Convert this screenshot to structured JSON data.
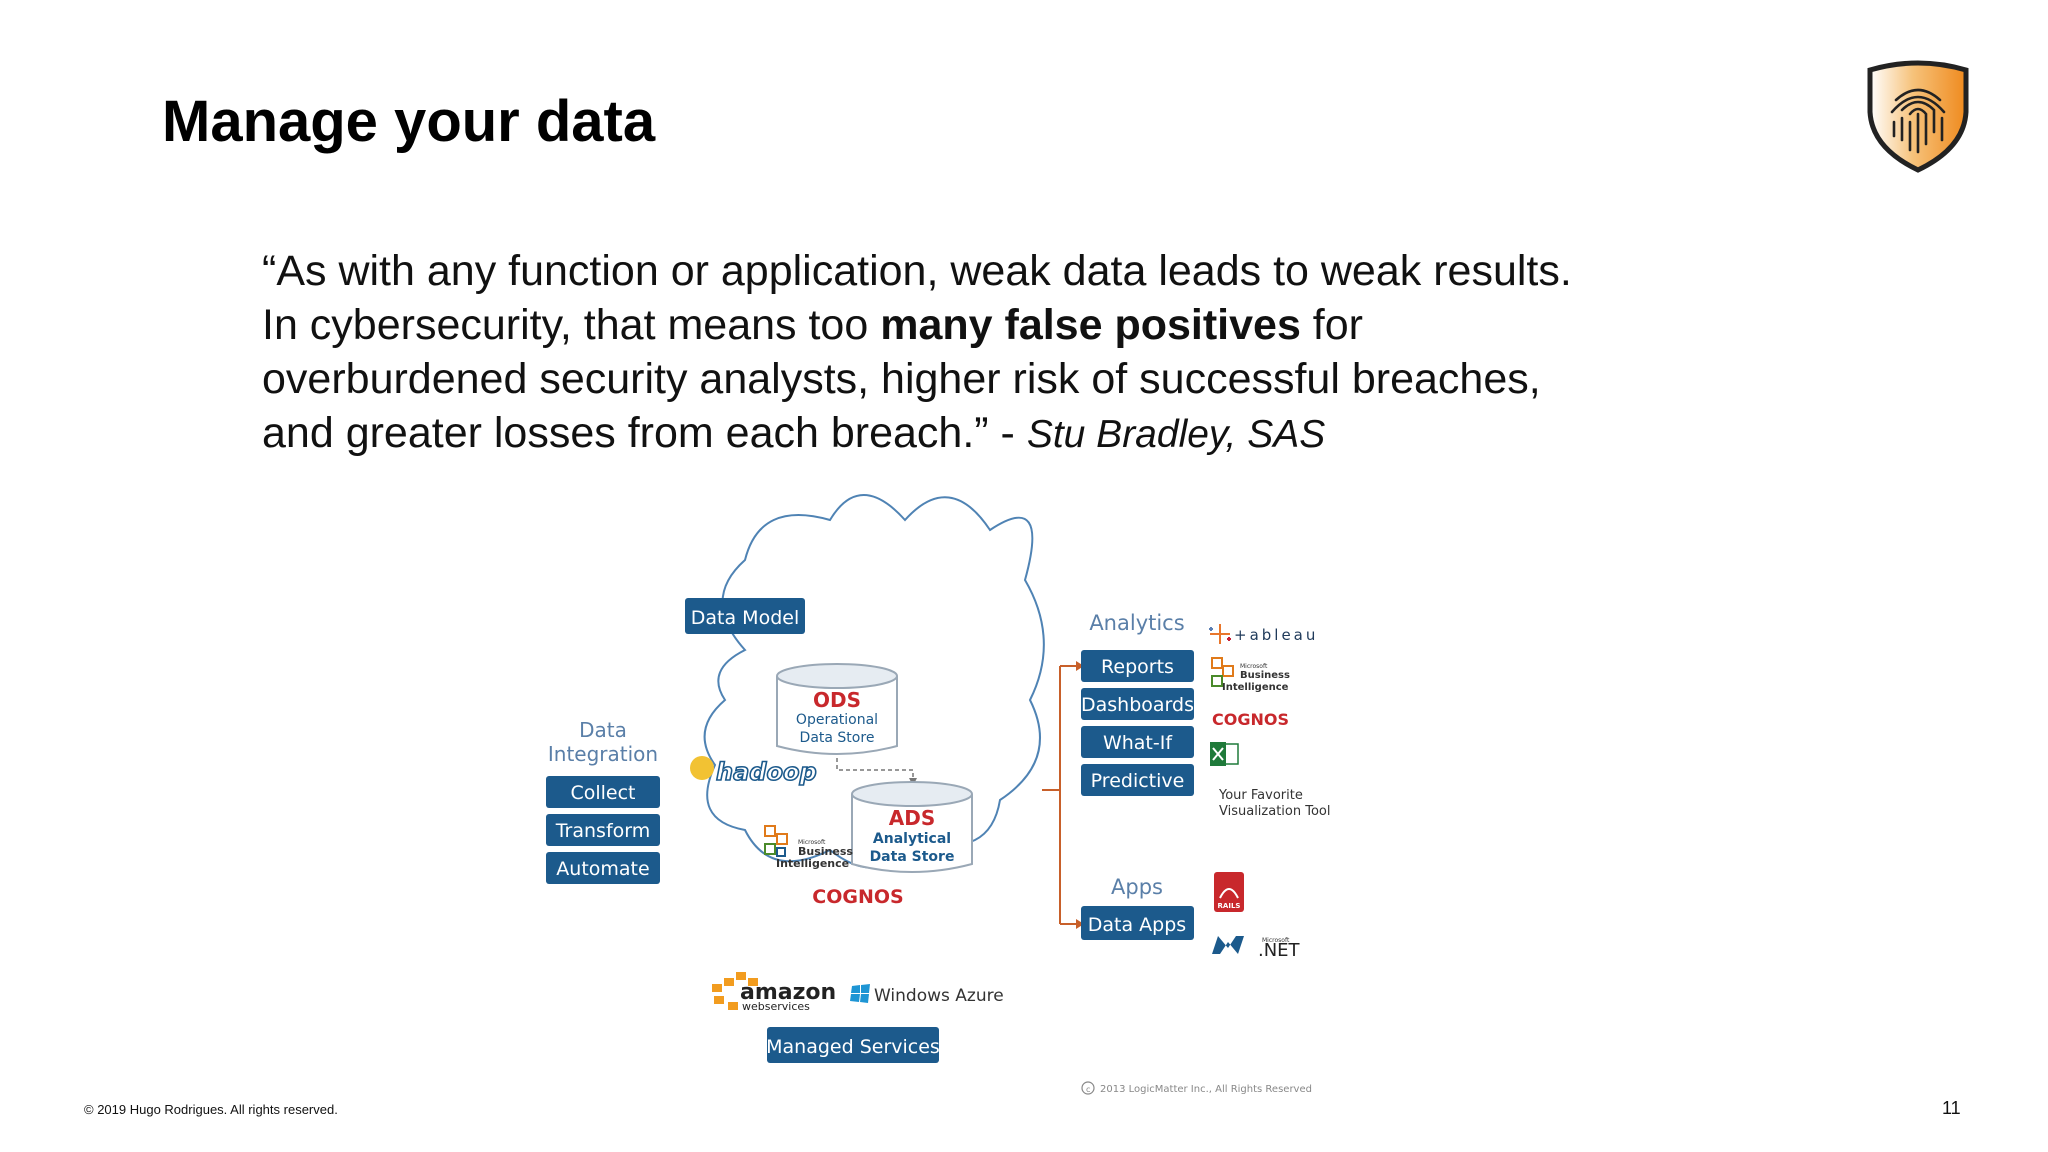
{
  "slide": {
    "title": "Manage your data",
    "quote_line1": "“As with any function or application, weak data leads to weak results.",
    "quote_line2_pre": "In cybersecurity, that means too ",
    "quote_line2_bold": "many false positives",
    "quote_line2_post": " for",
    "quote_line3": "overburdened security analysts, higher risk of successful breaches,",
    "quote_line4": "and greater losses from each breach.” - ",
    "quote_attribution": "Stu Bradley, SAS",
    "footer": "© 2019 Hugo Rodrigues. All rights reserved.",
    "page_number": "11"
  },
  "diagram": {
    "data_model": "Data Model",
    "ods_title": "ODS",
    "ods_line1": "Operational",
    "ods_line2": "Data Store",
    "ads_title": "ADS",
    "ads_line1": "Analytical",
    "ads_line2": "Data Store",
    "hadoop": "hadoop",
    "cognos": "COGNOS",
    "msbi_small": "Microsoft",
    "msbi_line1": "Business",
    "msbi_line2": "Intelligence",
    "integration_title1": "Data",
    "integration_title2": "Integration",
    "integration_buttons": [
      "Collect",
      "Transform",
      "Automate"
    ],
    "analytics_title": "Analytics",
    "analytics_buttons": [
      "Reports",
      "Dashboards",
      "What-If",
      "Predictive"
    ],
    "apps_title": "Apps",
    "apps_button": "Data Apps",
    "tableau": "+ableau",
    "your_tool_line1": "Your Favorite",
    "your_tool_line2": "Visualization Tool",
    "rails": "RAILS",
    "dotnet": ".NET",
    "dotnet_small": "Microsoft",
    "amazon": "amazon",
    "amazon_sub": "webservices",
    "azure": "Windows Azure",
    "managed_services": "Managed Services",
    "copyright": "2013 LogicMatter Inc., All Rights Reserved"
  },
  "colors": {
    "button_blue": "#1c5a8c",
    "cloud_stroke": "#4f83b4",
    "red_accent": "#c8282c",
    "arrow_orange": "#c8602a",
    "label_blue": "#5a7fa8",
    "shield_orange": "#ef8a1e"
  },
  "icons": [
    "fingerprint-shield-icon"
  ]
}
